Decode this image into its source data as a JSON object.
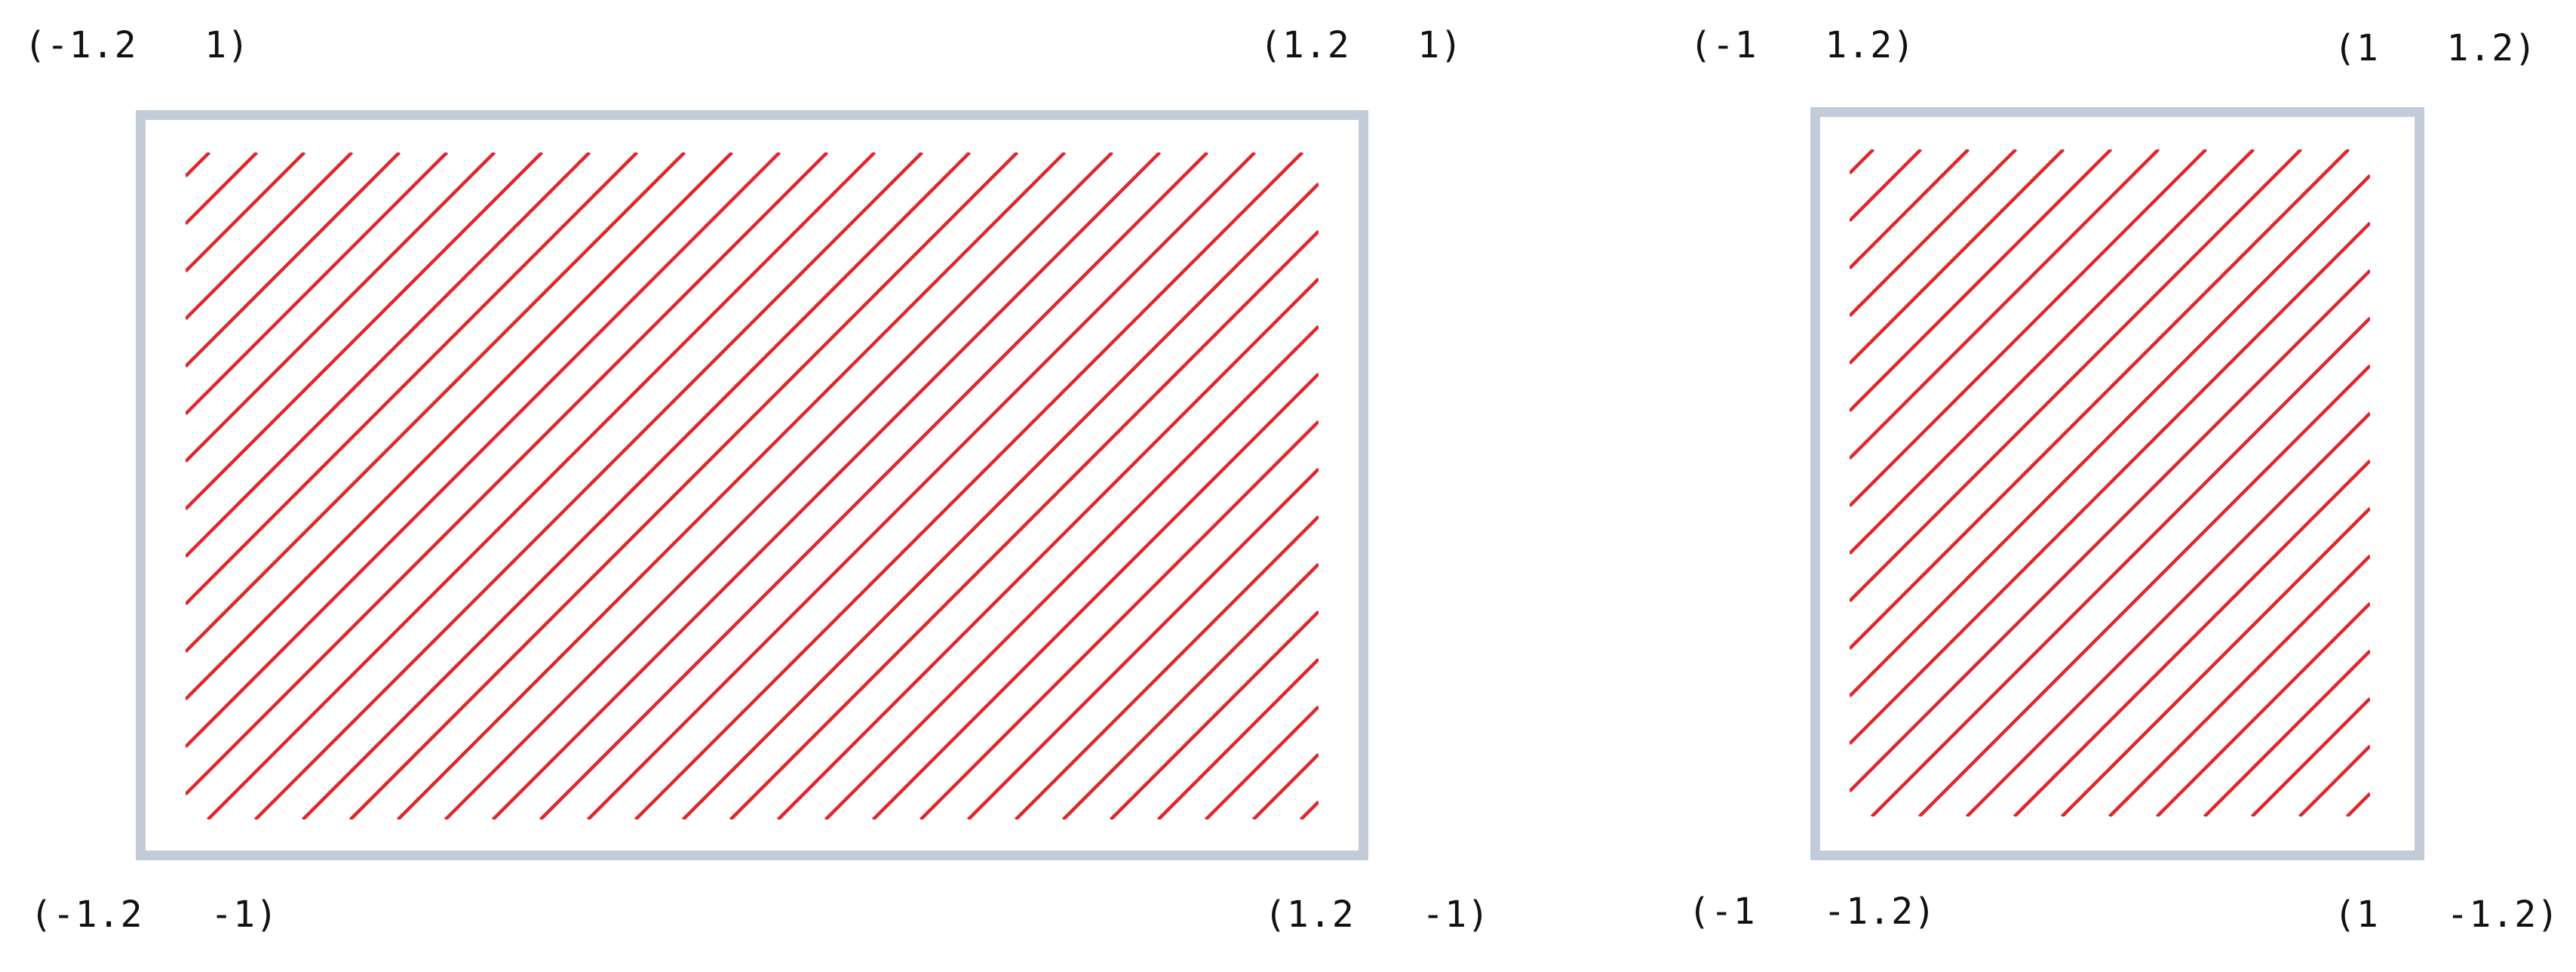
{
  "colors": {
    "frame": "#c2ccd8",
    "hatch": "#e0262b",
    "label": "#111111",
    "background": "#ffffff"
  },
  "left_panel": {
    "label_top_left": "(-1.2   1)",
    "label_top_right": "(1.2   1)",
    "label_bottom_left": "(-1.2   -1)",
    "label_bottom_right": "(1.2   -1)"
  },
  "right_panel": {
    "label_top_left": "(-1   1.2)",
    "label_top_right": "(1   1.2)",
    "label_bottom_left": "(-1   -1.2)",
    "label_bottom_right": "(1   -1.2)"
  }
}
